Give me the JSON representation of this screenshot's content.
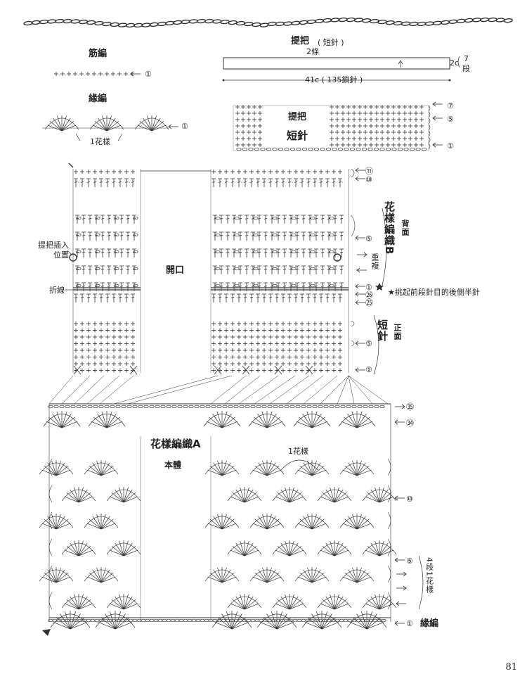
{
  "labels": {
    "rib": "筋編",
    "edge_top": "緣編",
    "one_pattern": "1花樣",
    "handle_title": "提把",
    "handle_title_note": "( 短針 )",
    "two_strips": "2條",
    "handle_height": "2c",
    "seven_rows_a": "7",
    "seven_rows_b": "段",
    "handle_length": "41c ( 135鎖針 )",
    "handle_chart_a": "提把",
    "handle_chart_b": "短針",
    "pattern_b": "花樣編織B",
    "back": "背面",
    "repeat": "重複",
    "star_note": "★挑起前段針目的後側半針",
    "handle_insert": "提把插入位置",
    "fold_line": "折線",
    "opening": "開口",
    "sc_side": "短針",
    "front": "正面",
    "pattern_a": "花樣編織A",
    "body": "本體",
    "one_pattern_2": "1花樣",
    "rows4_1": "4段1花樣",
    "edge_bottom": "緣編",
    "page_number": "81"
  },
  "row_markers": {
    "rib_r1": "①",
    "edge_r1": "①",
    "handle_r7": "⑦",
    "handle_r5": "⑤",
    "handle_r1": "①",
    "b_r11": "⑪",
    "b_r10": "⑩",
    "b_r5": "⑤",
    "b_r1": "①",
    "b_r26": "㉖",
    "b_r25": "㉕",
    "sc_r5": "⑤",
    "sc_r1": "①",
    "a_r35": "㉟",
    "a_r34": "㉞",
    "a_r10": "⑩",
    "a_r5": "⑤",
    "a_r1": "①"
  }
}
